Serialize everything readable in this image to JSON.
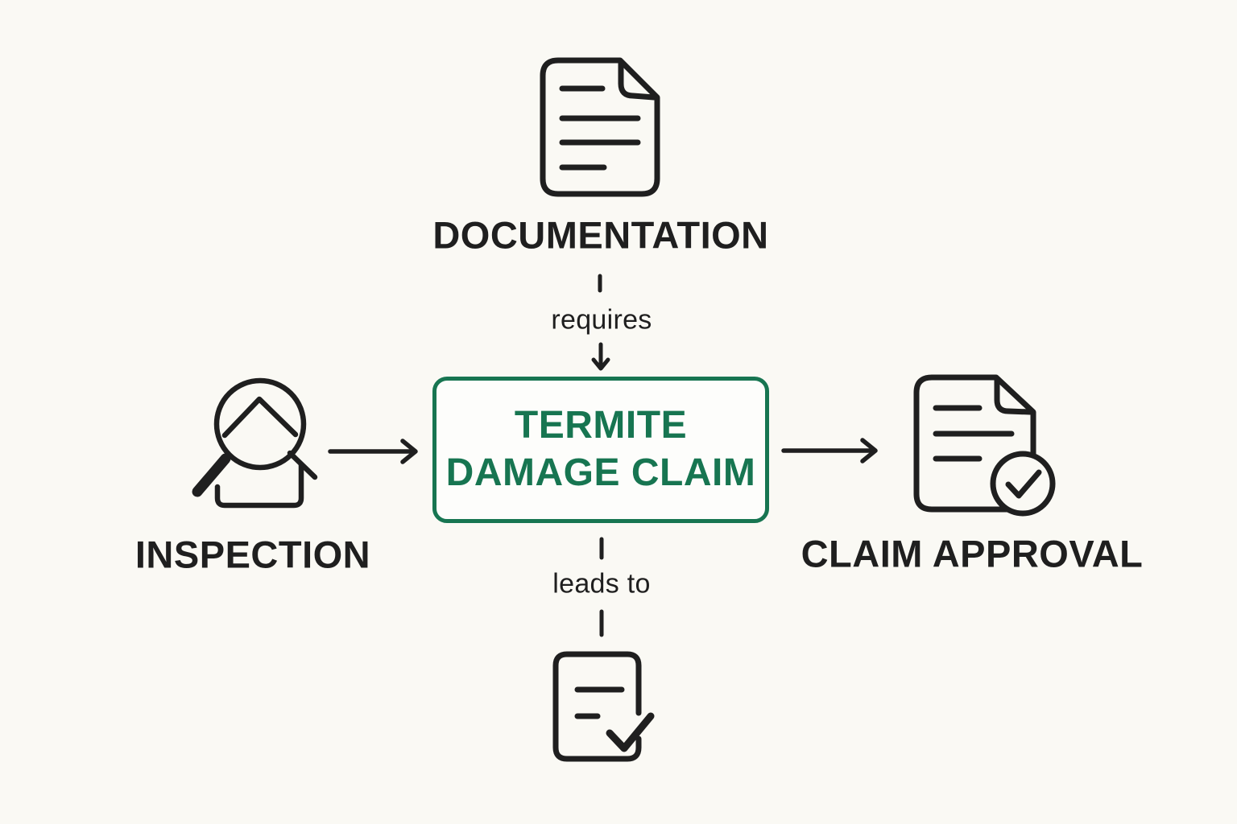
{
  "diagram": {
    "background_color": "#faf9f4",
    "line_color": "#1f1f1f",
    "accent_color": "#177551",
    "center_node": {
      "id": "termite-damage-claim",
      "line1": "TERMITE",
      "line2": "DAMAGE CLAIM"
    },
    "nodes": [
      {
        "id": "documentation",
        "label": "DOCUMENTATION",
        "icon": "document-icon",
        "position": "top"
      },
      {
        "id": "inspection",
        "label": "INSPECTION",
        "icon": "magnifier-house-icon",
        "position": "left"
      },
      {
        "id": "claim-approval",
        "label": "CLAIM APPROVAL",
        "icon": "approved-document-icon",
        "position": "right"
      },
      {
        "id": "approved-outcome",
        "label": "",
        "icon": "checklist-icon",
        "position": "bottom"
      }
    ],
    "edges": [
      {
        "from": "documentation",
        "to": "termite-damage-claim",
        "label": "requires",
        "style": "dashed-with-arrow"
      },
      {
        "from": "inspection",
        "to": "termite-damage-claim",
        "label": "",
        "style": "solid-arrow"
      },
      {
        "from": "termite-damage-claim",
        "to": "claim-approval",
        "label": "",
        "style": "solid-arrow"
      },
      {
        "from": "termite-damage-claim",
        "to": "approved-outcome",
        "label": "leads to",
        "style": "dashed-no-arrow"
      }
    ]
  }
}
